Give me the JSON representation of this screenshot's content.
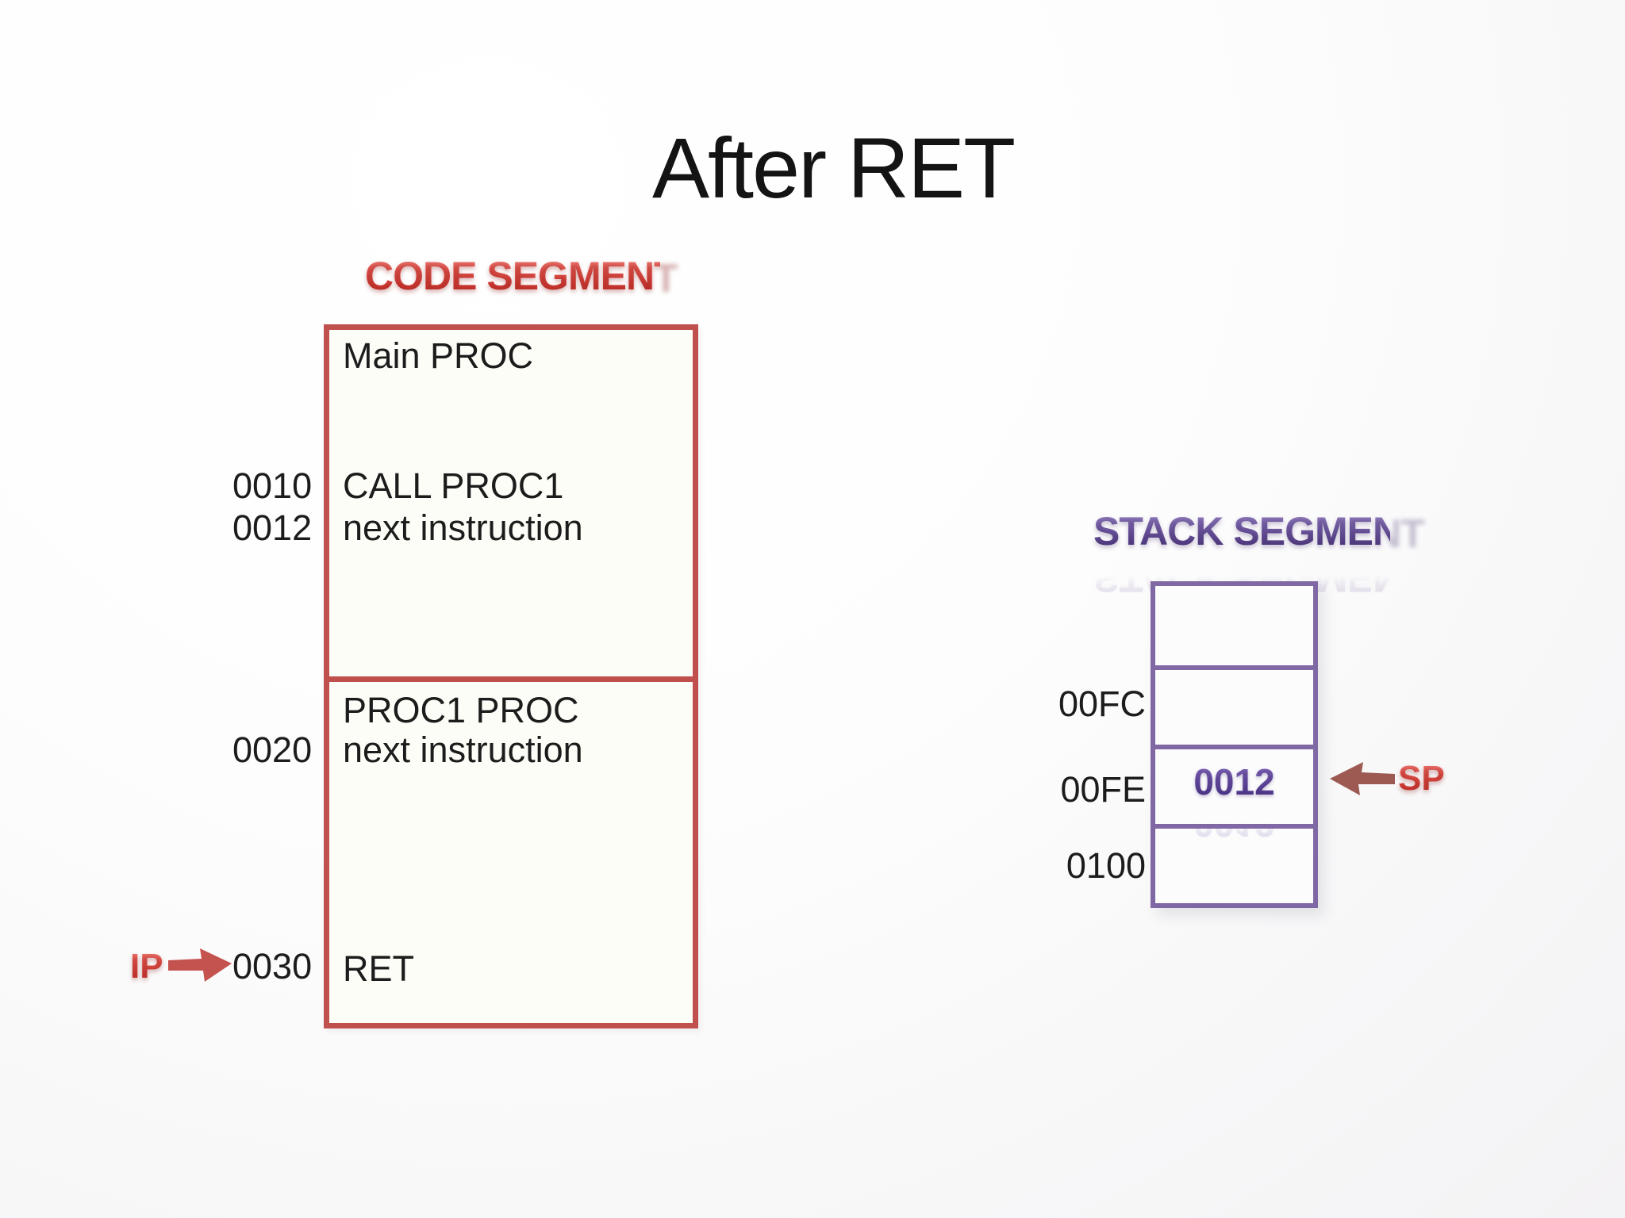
{
  "slide": {
    "title": "After RET"
  },
  "code_segment": {
    "heading": "CODE SEGMENT",
    "accent_color": "#c0504d",
    "upper_section": {
      "proc_label": "Main PROC",
      "lines": [
        {
          "addr": "0010",
          "text": "CALL PROC1"
        },
        {
          "addr": "0012",
          "text": "next instruction"
        }
      ]
    },
    "lower_section": {
      "proc_label": "PROC1 PROC",
      "lines": [
        {
          "addr": "0020",
          "text": "next instruction"
        },
        {
          "addr": "0030",
          "text": "RET"
        }
      ]
    },
    "ip_pointer": {
      "label": "IP"
    }
  },
  "stack_segment": {
    "heading": "STACK SEGMENT",
    "accent_color": "#8068a5",
    "value_color": "#5b3f97",
    "rows": [
      {
        "addr": "",
        "value": ""
      },
      {
        "addr": "00FC",
        "value": ""
      },
      {
        "addr": "00FE",
        "value": "0012"
      },
      {
        "addr": "0100",
        "value": ""
      }
    ],
    "sp_pointer": {
      "label": "SP"
    }
  }
}
